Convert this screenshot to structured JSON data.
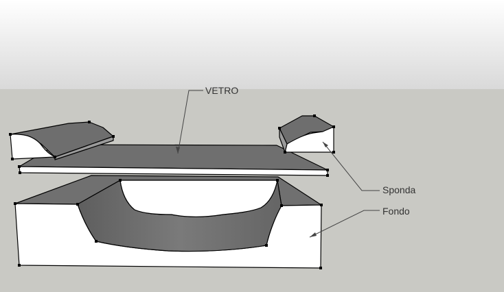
{
  "labels": {
    "glass": "VETRO",
    "side": "Sponda",
    "bottom": "Fondo"
  },
  "colors": {
    "sky_top": "#ffffff",
    "sky_bottom": "#d9d9d9",
    "ground": "#c9c9c4",
    "face_dark": "#6f6f6f",
    "face_white": "#ffffff",
    "edge": "#000000",
    "leader": "#444444"
  }
}
